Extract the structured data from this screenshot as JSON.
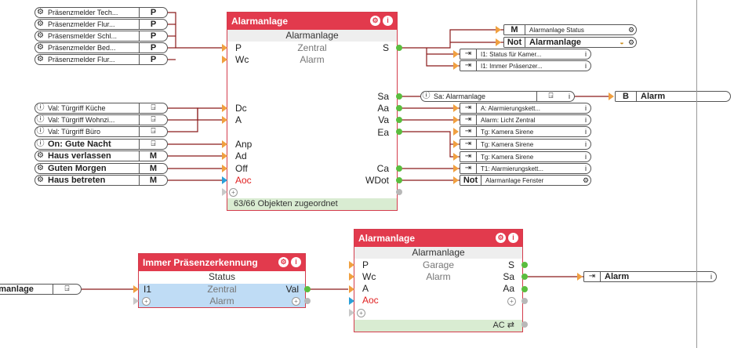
{
  "left_inputs_presence": [
    {
      "label": "Präsenzmelder Tech...",
      "tag": "P"
    },
    {
      "label": "Präsenzmelder Flur...",
      "tag": "P"
    },
    {
      "label": "Präsensmelder Schl...",
      "tag": "P"
    },
    {
      "label": "Präsenzmelder Bed...",
      "tag": "P"
    },
    {
      "label": "Präsenzmelder Flur...",
      "tag": "P"
    }
  ],
  "left_inputs_window": [
    {
      "label": "Val: Türgriff Küche"
    },
    {
      "label": "Val: Türgriff Wohnzi..."
    },
    {
      "label": "Val: Türgriff Büro"
    }
  ],
  "left_inputs_scenes": [
    {
      "label": "On: Gute Nacht",
      "tag": ""
    },
    {
      "label": "Haus verlassen",
      "tag": "M"
    },
    {
      "label": "Guten Morgen",
      "tag": "M"
    },
    {
      "label": "Haus betreten",
      "tag": "M"
    }
  ],
  "block_main": {
    "title": "Alarmanlage",
    "subtitle": "Alarmanlage",
    "rows": [
      {
        "l": "P",
        "c": "Zentral",
        "r": "S"
      },
      {
        "l": "Wc",
        "c": "Alarm",
        "r": ""
      },
      {
        "l": "",
        "c": "",
        "r": ""
      },
      {
        "l": "",
        "c": "",
        "r": ""
      },
      {
        "l": "",
        "c": "",
        "r": "Sa"
      },
      {
        "l": "Dc",
        "c": "",
        "r": "Aa"
      },
      {
        "l": "A",
        "c": "",
        "r": "Va"
      },
      {
        "l": "",
        "c": "",
        "r": "Ea"
      },
      {
        "l": "Anp",
        "c": "",
        "r": ""
      },
      {
        "l": "Ad",
        "c": "",
        "r": ""
      },
      {
        "l": "Off",
        "c": "",
        "r": "Ca"
      },
      {
        "l": "Aoc",
        "c": "",
        "r": "WDot"
      }
    ],
    "footer": "63/66 Objekten zugeordnet"
  },
  "right_status": [
    {
      "lead": "M",
      "label": "Alarmanlage Status"
    },
    {
      "lead": "Not",
      "label": "Alarmanlage"
    }
  ],
  "right_refs_top": [
    {
      "label": "I1: Status für Kamer..."
    },
    {
      "label": "I1: Immer Präsenzer..."
    }
  ],
  "sa_ref": {
    "label": "Sa: Alarmanlage"
  },
  "alarm_b": {
    "lead": "B",
    "label": "Alarm"
  },
  "right_refs_bottom": [
    {
      "label": "A: Alarmierungskett..."
    },
    {
      "label": "Alarm: Licht Zentral"
    },
    {
      "label": "Tg: Kamera Sirene"
    },
    {
      "label": "Tg: Kamera Sirene"
    },
    {
      "label": "Tg: Kamera Sirene"
    },
    {
      "label": "T1: Alarmierungskett..."
    },
    {
      "label": "Alarmanlage Fenster",
      "lead": "Not"
    }
  ],
  "bottom_left_ref": {
    "label": "rmanlage"
  },
  "block_presence": {
    "title": "Immer Präsenzerkennung",
    "subtitle": "Status",
    "row1": {
      "l": "I1",
      "c": "Zentral",
      "r": "Val"
    },
    "row2": {
      "c": "Alarm"
    }
  },
  "block_garage": {
    "title": "Alarmanlage",
    "subtitle": "Alarmanlage",
    "rows": [
      {
        "l": "P",
        "c": "Garage",
        "r": "S"
      },
      {
        "l": "Wc",
        "c": "Alarm",
        "r": "Sa"
      },
      {
        "l": "A",
        "c": "",
        "r": "Aa"
      },
      {
        "l": "Aoc",
        "c": "",
        "r": ""
      }
    ],
    "footer": "AC ⇄"
  },
  "bottom_right_ref": {
    "label": "Alarm"
  },
  "colors": {
    "block_header": "#e23a4d",
    "port_green": "#5bbd3e",
    "wire": "#8b1a1a",
    "input_orange": "#f0a040",
    "footer_green": "#d9ecd2"
  }
}
